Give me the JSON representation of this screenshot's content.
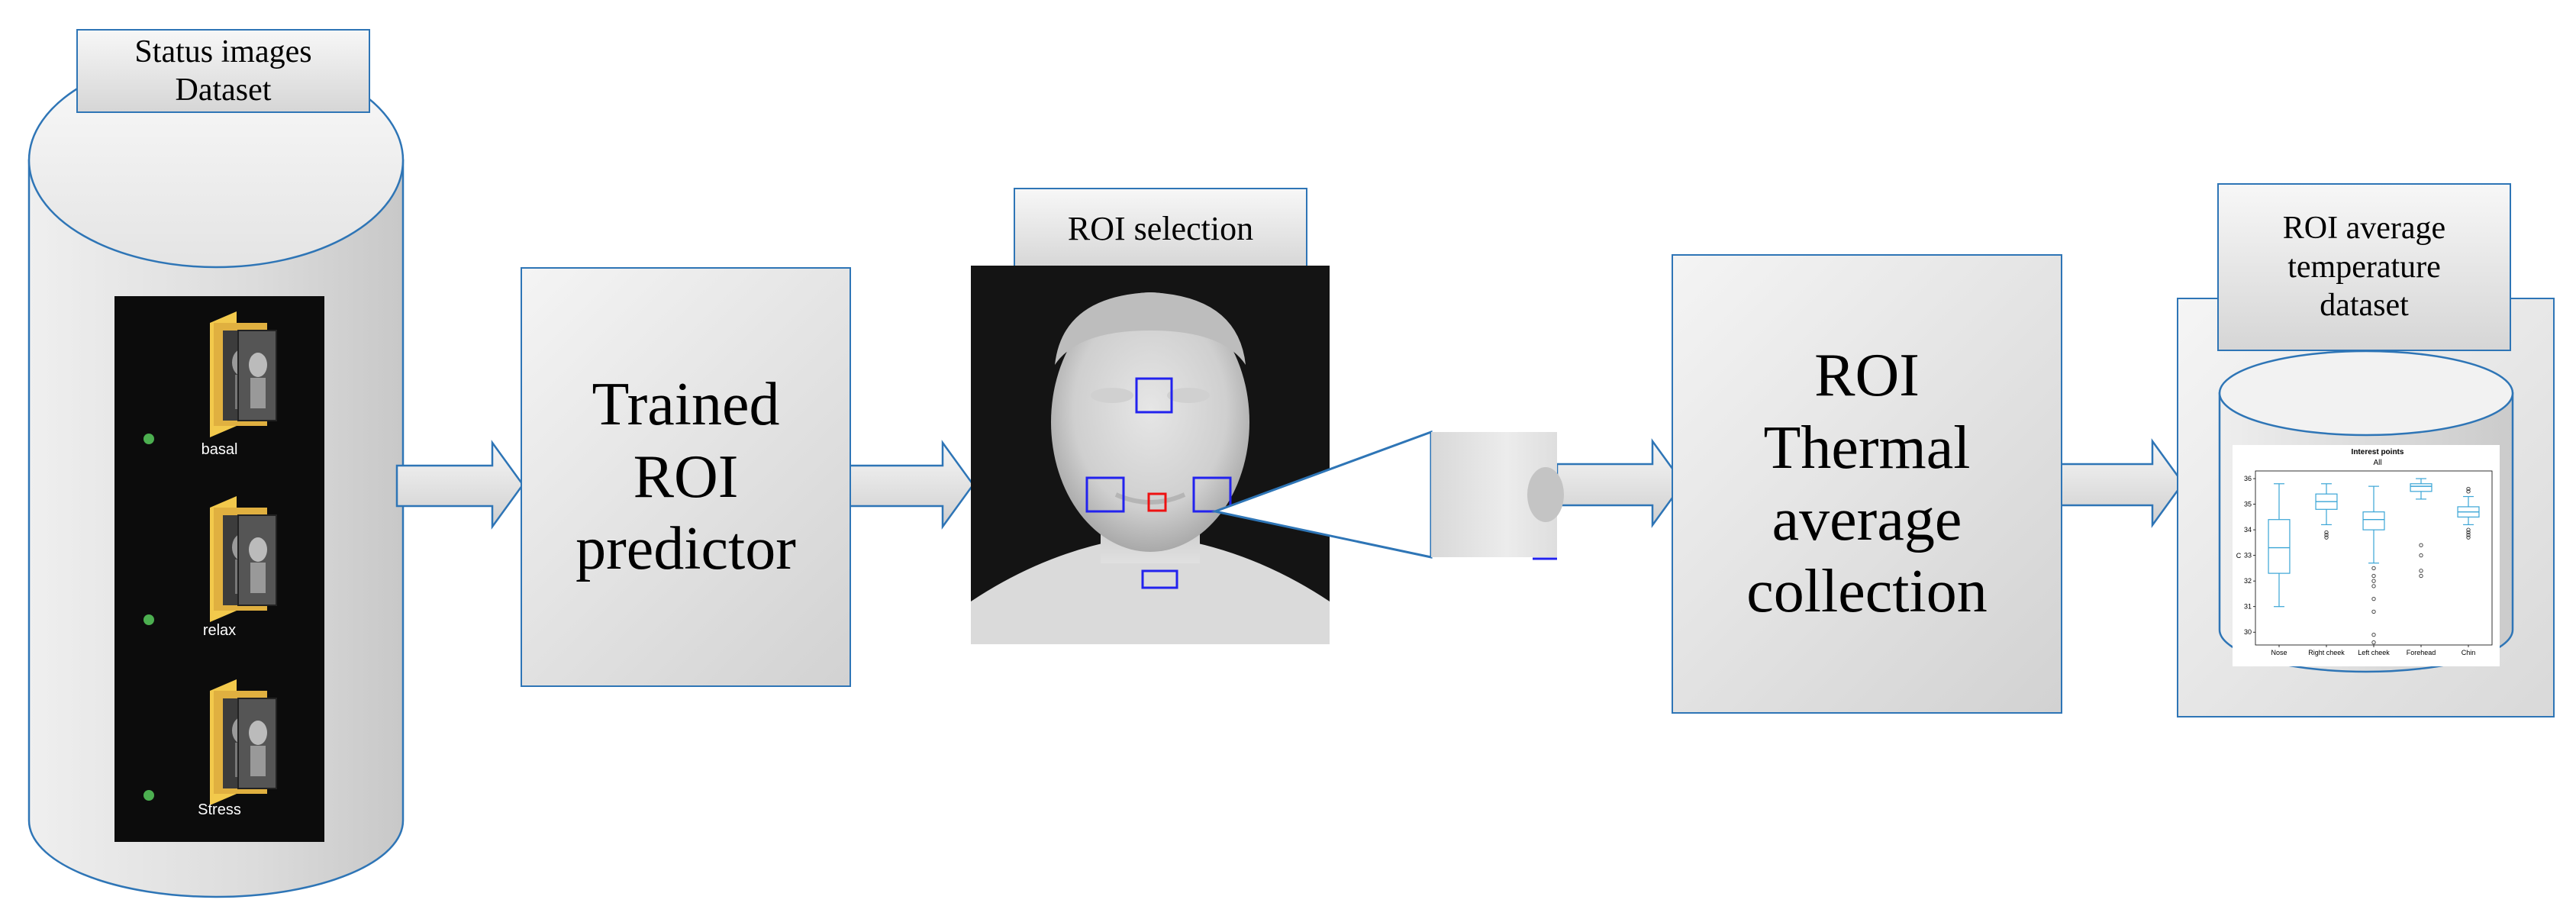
{
  "dataset_label": "Status images\nDataset",
  "folders": [
    {
      "label": "basal"
    },
    {
      "label": "relax"
    },
    {
      "label": "Stress"
    }
  ],
  "predictor_label": "Trained\nROI\npredictor",
  "roi_selection_label": "ROI selection",
  "collection_label": "ROI\nThermal\naverage\ncollection",
  "output_label": "ROI average\ntemperature\ndataset",
  "chart_data": {
    "type": "box",
    "title": "Interest points",
    "subtitle": "All",
    "ylabel": "C",
    "ylim": [
      29.5,
      36.3
    ],
    "yticks": [
      30,
      31,
      32,
      33,
      34,
      35,
      36
    ],
    "categories": [
      "Nose",
      "Right cheek",
      "Left cheek",
      "Forehead",
      "Chin"
    ],
    "boxes": [
      {
        "whisker_low": 31.0,
        "q1": 32.3,
        "median": 33.3,
        "q3": 34.4,
        "whisker_high": 35.8,
        "outliers": []
      },
      {
        "whisker_low": 34.2,
        "q1": 34.8,
        "median": 35.1,
        "q3": 35.4,
        "whisker_high": 35.8,
        "outliers": [
          33.7,
          33.8,
          33.9
        ]
      },
      {
        "whisker_low": 32.7,
        "q1": 34.0,
        "median": 34.4,
        "q3": 34.7,
        "whisker_high": 35.7,
        "outliers": [
          32.5,
          32.2,
          32.0,
          31.8,
          31.3,
          30.8,
          29.9,
          29.6
        ]
      },
      {
        "whisker_low": 35.2,
        "q1": 35.5,
        "median": 35.7,
        "q3": 35.8,
        "whisker_high": 36.0,
        "outliers": [
          33.4,
          33.0,
          32.4,
          32.2
        ]
      },
      {
        "whisker_low": 34.2,
        "q1": 34.5,
        "median": 34.7,
        "q3": 34.9,
        "whisker_high": 35.3,
        "outliers": [
          35.5,
          35.6,
          34.0,
          33.9,
          33.8,
          33.7
        ]
      }
    ]
  }
}
